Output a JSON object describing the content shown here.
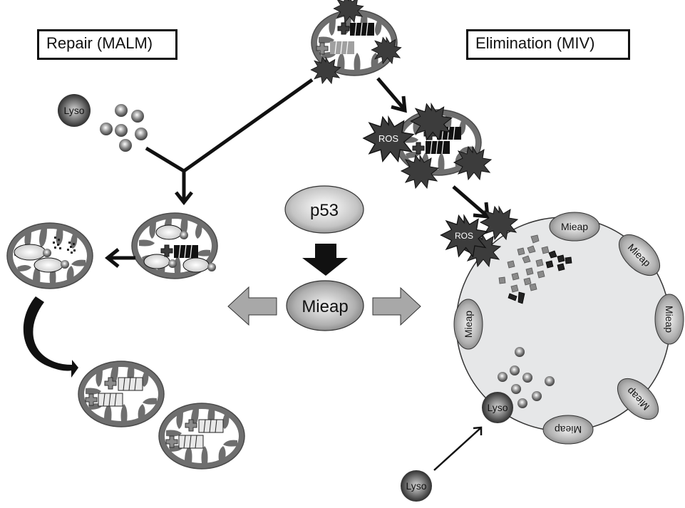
{
  "labels": {
    "repair": "Repair (MALM)",
    "elimination": "Elimination (MIV)"
  },
  "nodes": {
    "p53": "p53",
    "mieap_center": "Mieap",
    "ros_1": "ROS",
    "ros_2": "ROS",
    "lyso_top": "Lyso",
    "lyso_vacuole": "Lyso",
    "lyso_bottom": "Lyso"
  },
  "vacuole_mieap": [
    "Mieap",
    "Mieap",
    "Mieap",
    "Mieap",
    "Mieap",
    "Mieap"
  ],
  "colors": {
    "mito_membrane": "#6e6e6e",
    "vacuole_fill": "#e6e7e8",
    "arrow_black": "#111111",
    "arrow_gray": "#a8a8a8",
    "ros_fill": "#3c3c3c"
  }
}
